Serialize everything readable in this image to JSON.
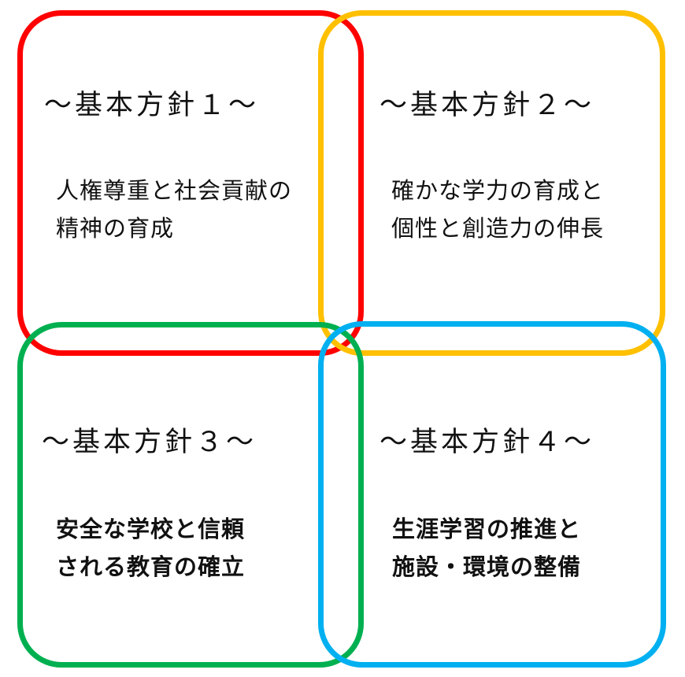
{
  "policies": [
    {
      "title": "～基本方針１～",
      "lines": [
        "人権尊重と社会貢献の",
        "精神の育成"
      ],
      "color": "#ff0000"
    },
    {
      "title": "～基本方針２～",
      "lines": [
        "確かな学力の育成と",
        "個性と創造力の伸長"
      ],
      "color": "#ffc000"
    },
    {
      "title": "～基本方針３～",
      "lines": [
        "安全な学校と信頼",
        "される教育の確立"
      ],
      "color": "#00b050"
    },
    {
      "title": "～基本方針４～",
      "lines": [
        "生涯学習の推進と",
        "施設・環境の整備"
      ],
      "color": "#00b0f0"
    }
  ]
}
